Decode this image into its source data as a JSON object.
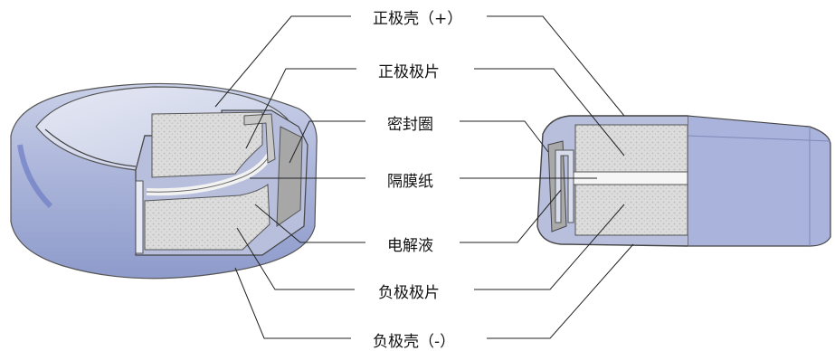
{
  "labels": {
    "positive_shell": "正极壳（+）",
    "positive_plate": "正极极片",
    "seal_ring": "密封圈",
    "separator": "隔膜纸",
    "electrolyte": "电解液",
    "negative_plate": "负极极片",
    "negative_shell": "负极壳（-）"
  },
  "colors": {
    "shell": "#aab4d6",
    "shell_dark": "#6f7fb8",
    "electrode": "#d9d9d9",
    "line": "#222222"
  }
}
